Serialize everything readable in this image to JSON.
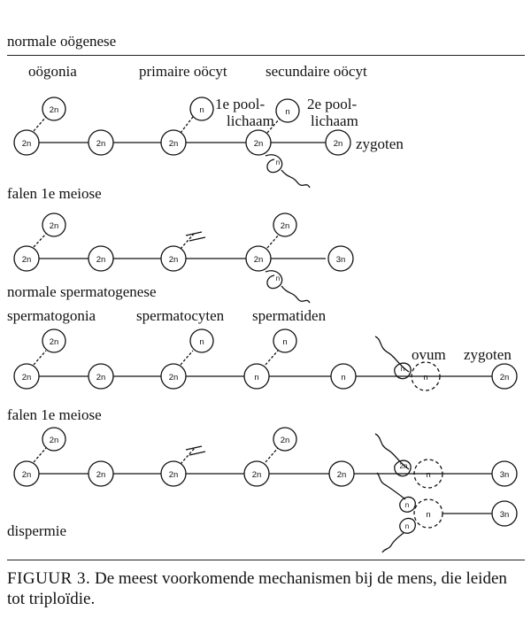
{
  "sections": {
    "normal_oogenesis": "normale oögenese",
    "fail1_a": "falen 1e meiose",
    "normal_spermatogenesis": "normale spermatogenese",
    "fail1_b": "falen 1e meiose",
    "dispermy": "dispermie"
  },
  "stage_labels": {
    "oogonia": "oögonia",
    "primary_oocyte": "primaire oöcyt",
    "secondary_oocyte": "secundaire oöcyt",
    "polar_body_1_line1": "1e pool-",
    "polar_body_1_line2": "lichaam",
    "polar_body_2_line1": "2e pool-",
    "polar_body_2_line2": "lichaam",
    "zygote_a": "zygoten",
    "spermatogonia": "spermatogonia",
    "spermatocytes": "spermatocyten",
    "spermatids": "spermatiden",
    "ovum": "ovum",
    "zygote_b": "zygoten"
  },
  "ploidy": {
    "two_n": "2n",
    "n": "n",
    "three_n": "3n"
  },
  "caption": {
    "figure_label": "FIGUUR 3.",
    "text": " De meest voorkomende mechanismen bij de mens, die leiden tot triploïdie."
  }
}
